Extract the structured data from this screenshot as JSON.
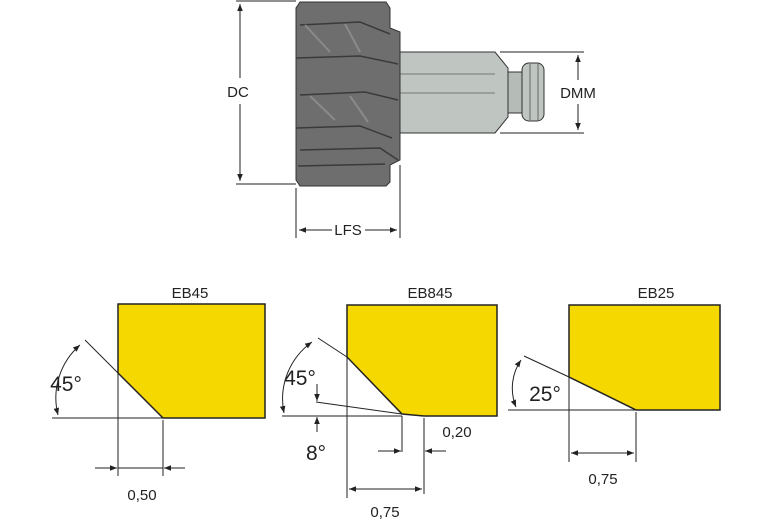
{
  "tool": {
    "dc_label": "DC",
    "dmm_label": "DMM",
    "lfs_label": "LFS"
  },
  "edges": [
    {
      "title": "EB45",
      "angle": "45°",
      "width": "0,50"
    },
    {
      "title": "EB845",
      "angle": "45°",
      "angle2": "8°",
      "width": "0,75",
      "land": "0,20"
    },
    {
      "title": "EB25",
      "angle": "25°",
      "width": "0,75"
    }
  ],
  "colors": {
    "insert": "#f5d800",
    "tool_body": "#6e6e6e",
    "shank": "#bfc6c1"
  }
}
